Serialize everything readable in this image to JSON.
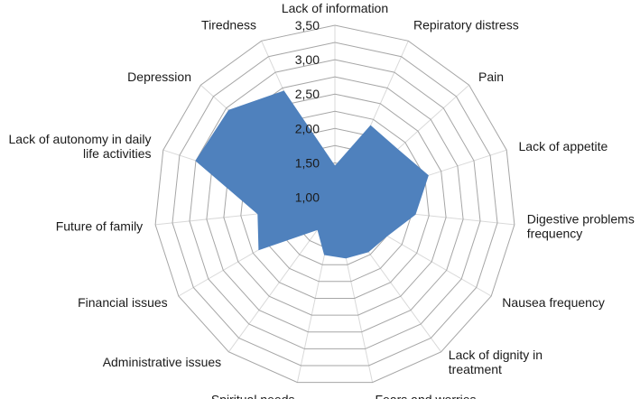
{
  "chart_data": {
    "type": "radar",
    "categories": [
      "Lack of information",
      "Repiratory distress",
      "Pain",
      "Lack of appetite",
      "Digestive problems frequency",
      "Nausea frequency",
      "Lack of dignity in treatment",
      "Fears and worries",
      "Spiritual needs",
      "Administrative issues",
      "Financial issues",
      "Future of family",
      "Lack of autonomy in daily life activities",
      "Depression",
      "Tiredness"
    ],
    "tick_labels": [
      "1,00",
      "1,50",
      "2,00",
      "2,50",
      "3,00",
      "3,50"
    ],
    "ticks": [
      1.0,
      1.5,
      2.0,
      2.5,
      3.0,
      3.5
    ],
    "rlim": [
      0.875,
      3.5
    ],
    "grid": true,
    "series": [
      {
        "values": [
          1.45,
          2.15,
          2.1,
          2.3,
          2.05,
          1.75,
          1.7,
          1.65,
          1.6,
          1.3,
          2.15,
          2.0,
          3.0,
          2.95,
          2.7
        ]
      }
    ],
    "colors": {
      "fill": "#4f81bd",
      "grid": "#a6a6a6",
      "spoke": "#d9d9d9"
    }
  }
}
